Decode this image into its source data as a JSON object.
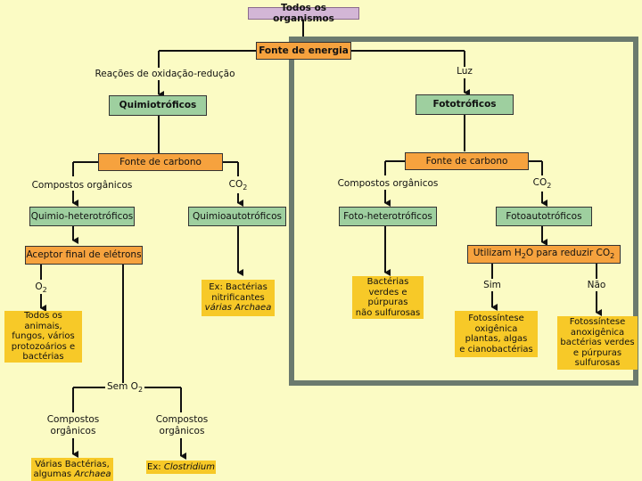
{
  "root": "Todos os organismos",
  "energy_source": "Fonte de energia",
  "left_branch": {
    "condition": "Reações de oxidação-redução",
    "group": "Quimiotróficos",
    "carbon_source": "Fonte de carbono",
    "organic": "Compostos orgânicos",
    "co2": "CO",
    "co2_sub": "2",
    "chemohetero": "Quimio-heterotróficos",
    "chemoauto": "Quimioautotróficos",
    "chemoauto_example_l1": "Ex: Bactérias",
    "chemoauto_example_l2": "nitrificantes",
    "chemoauto_example_l3": "várias Archaea",
    "electron_acceptor": "Aceptor final de elétrons",
    "o2": "O",
    "o2_sub": "2",
    "o2_result": [
      "Todos os animais,",
      "fungos, vários",
      "protozoários e",
      "bactérias"
    ],
    "no_o2": "Sem O",
    "no_o2_sub": "2",
    "anaerobic_organic_l1": "Compostos",
    "anaerobic_organic_l2": "orgânicos",
    "anaerobic_organic2_l1": "Compostos",
    "anaerobic_organic2_l2": "orgânicos",
    "anaerobic_result1_l1": "Várias Bactérias,",
    "anaerobic_result1_l2a": "algumas ",
    "anaerobic_result1_l2b": "Archaea",
    "anaerobic_result2_a": "Ex: ",
    "anaerobic_result2_b": "Clostridium"
  },
  "right_branch": {
    "condition": "Luz",
    "group": "Fototróficos",
    "carbon_source": "Fonte de carbono",
    "organic": "Compostos orgânicos",
    "co2": "CO",
    "co2_sub": "2",
    "photohetero": "Foto-heterotróficos",
    "photoauto": "Fotoautotróficos",
    "photohetero_example": [
      "Bactérias",
      "verdes e",
      "púrpuras",
      "não sulfurosas"
    ],
    "water_q_a": "Utilizam H",
    "water_q_sub1": "2",
    "water_q_b": "O para reduzir CO",
    "water_q_sub2": "2",
    "yes": "Sim",
    "no": "Não",
    "yes_result": [
      "Fotossíntese",
      "oxigênica",
      "plantas, algas",
      "e cianobactérias"
    ],
    "no_result": [
      "Fotossíntese",
      "anoxigênica",
      "bactérias verdes",
      "e púrpuras",
      "sulfurosas"
    ]
  }
}
